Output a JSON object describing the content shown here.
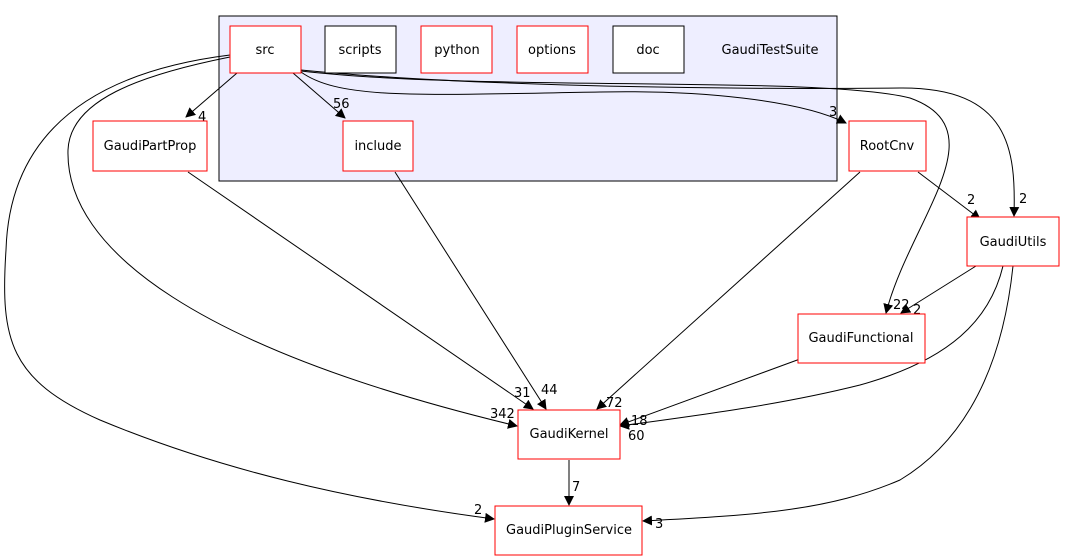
{
  "cluster": {
    "label": "GaudiTestSuite",
    "fill": "#eeeeff",
    "stroke": "#000000"
  },
  "nodes": {
    "src": {
      "label": "src",
      "border": "#ff0000"
    },
    "scripts": {
      "label": "scripts",
      "border": "#000000"
    },
    "python": {
      "label": "python",
      "border": "#ff0000"
    },
    "options": {
      "label": "options",
      "border": "#ff0000"
    },
    "doc": {
      "label": "doc",
      "border": "#000000"
    },
    "include": {
      "label": "include",
      "border": "#ff0000"
    },
    "gaudipartprop": {
      "label": "GaudiPartProp",
      "border": "#ff0000"
    },
    "rootcnv": {
      "label": "RootCnv",
      "border": "#ff0000"
    },
    "gaudiutils": {
      "label": "GaudiUtils",
      "border": "#ff0000"
    },
    "gaudifunctional": {
      "label": "GaudiFunctional",
      "border": "#ff0000"
    },
    "gaudikernel": {
      "label": "GaudiKernel",
      "border": "#ff0000"
    },
    "gaudipluginservice": {
      "label": "GaudiPluginService",
      "border": "#ff0000"
    }
  },
  "edges": [
    {
      "id": "src-gaudipartprop",
      "from": "src",
      "to": "gaudipartprop",
      "label": "4"
    },
    {
      "id": "src-include",
      "from": "src",
      "to": "include",
      "label": "56"
    },
    {
      "id": "src-rootcnv",
      "from": "src",
      "to": "rootcnv",
      "label": "3"
    },
    {
      "id": "src-gaudiutils",
      "from": "src",
      "to": "gaudiutils",
      "label": "2"
    },
    {
      "id": "src-gaudifunctional",
      "from": "src",
      "to": "gaudifunctional",
      "label": "22"
    },
    {
      "id": "src-gaudikernel",
      "from": "src",
      "to": "gaudikernel",
      "label": "342"
    },
    {
      "id": "src-gaudipluginservice",
      "from": "src",
      "to": "gaudipluginservice",
      "label": "2"
    },
    {
      "id": "gaudipartprop-gaudikernel",
      "from": "gaudipartprop",
      "to": "gaudikernel",
      "label": "31"
    },
    {
      "id": "include-gaudikernel",
      "from": "include",
      "to": "gaudikernel",
      "label": "44"
    },
    {
      "id": "rootcnv-gaudikernel",
      "from": "rootcnv",
      "to": "gaudikernel",
      "label": "72"
    },
    {
      "id": "rootcnv-gaudiutils",
      "from": "rootcnv",
      "to": "gaudiutils",
      "label": "2"
    },
    {
      "id": "gaudiutils-gaudifunctional",
      "from": "gaudiutils",
      "to": "gaudifunctional",
      "label": "2"
    },
    {
      "id": "gaudiutils-gaudikernel",
      "from": "gaudiutils",
      "to": "gaudikernel",
      "label": "60"
    },
    {
      "id": "gaudiutils-gaudipluginservice",
      "from": "gaudiutils",
      "to": "gaudipluginservice",
      "label": "3"
    },
    {
      "id": "gaudifunctional-gaudikernel",
      "from": "gaudifunctional",
      "to": "gaudikernel",
      "label": "18"
    },
    {
      "id": "gaudikernel-gaudipluginservice",
      "from": "gaudikernel",
      "to": "gaudipluginservice",
      "label": "7"
    }
  ]
}
